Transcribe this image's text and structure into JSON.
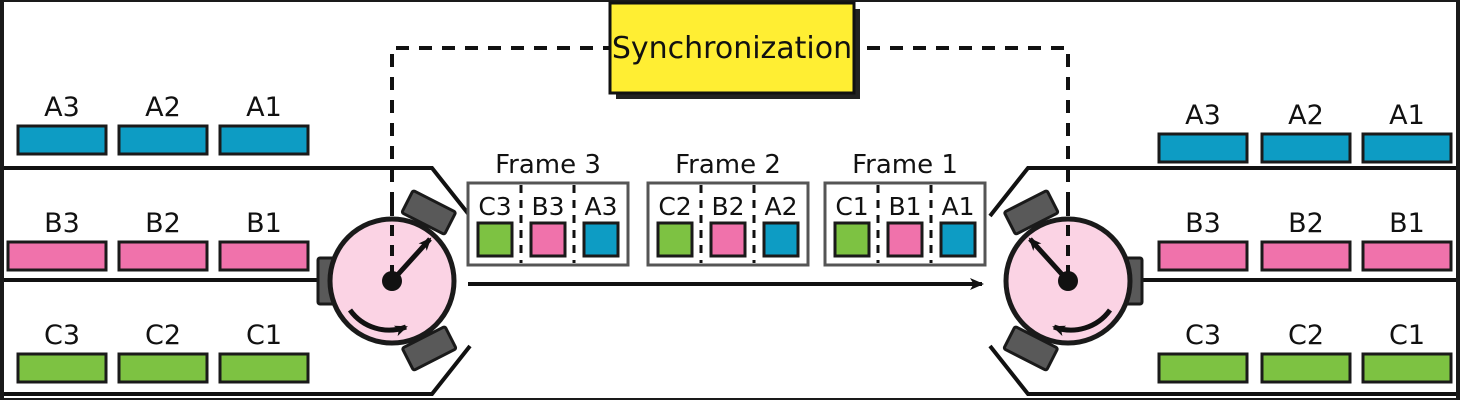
{
  "diagram": {
    "title": "Synchronization",
    "sync_box": {
      "label": "Synchronization",
      "fill": "#ffee33",
      "stroke": "#111111",
      "shadow": "#222222"
    }
  },
  "colors": {
    "blue": "#0d9cc4",
    "pink": "#f072ab",
    "green": "#7dc242",
    "rotor_fill": "#fbd3e4",
    "paddle": "#595959",
    "line": "#111111"
  },
  "left_station": {
    "name": "left-conveyor",
    "lanes": [
      {
        "lane": "A",
        "color_key": "blue",
        "color": "#0d9cc4",
        "items": [
          "A3",
          "A2",
          "A1"
        ]
      },
      {
        "lane": "B",
        "color_key": "pink",
        "color": "#f072ab",
        "items": [
          "B3",
          "B2",
          "B1"
        ]
      },
      {
        "lane": "C",
        "color_key": "green",
        "color": "#7dc242",
        "items": [
          "C3",
          "C2",
          "C1"
        ]
      }
    ],
    "rotor": {
      "name": "left-rotor",
      "direction": "clockwise",
      "pointer_angle_deg": 45
    }
  },
  "right_station": {
    "name": "right-conveyor",
    "lanes": [
      {
        "lane": "A",
        "color_key": "blue",
        "color": "#0d9cc4",
        "items": [
          "A3",
          "A2",
          "A1"
        ]
      },
      {
        "lane": "B",
        "color_key": "pink",
        "color": "#f072ab",
        "items": [
          "B3",
          "B2",
          "B1"
        ]
      },
      {
        "lane": "C",
        "color_key": "green",
        "color": "#7dc242",
        "items": [
          "C3",
          "C2",
          "C1"
        ]
      }
    ],
    "rotor": {
      "name": "right-rotor",
      "direction": "counter-clockwise",
      "pointer_angle_deg": 315
    }
  },
  "frames": [
    {
      "title": "Frame 3",
      "slots": [
        {
          "label": "C3",
          "color": "#7dc242"
        },
        {
          "label": "B3",
          "color": "#f072ab"
        },
        {
          "label": "A3",
          "color": "#0d9cc4"
        }
      ]
    },
    {
      "title": "Frame 2",
      "slots": [
        {
          "label": "C2",
          "color": "#7dc242"
        },
        {
          "label": "B2",
          "color": "#f072ab"
        },
        {
          "label": "A2",
          "color": "#0d9cc4"
        }
      ]
    },
    {
      "title": "Frame 1",
      "slots": [
        {
          "label": "C1",
          "color": "#7dc242"
        },
        {
          "label": "B1",
          "color": "#f072ab"
        },
        {
          "label": "A1",
          "color": "#0d9cc4"
        }
      ]
    }
  ],
  "flow_arrow": {
    "name": "transmission-direction-arrow",
    "direction": "left-to-right"
  }
}
